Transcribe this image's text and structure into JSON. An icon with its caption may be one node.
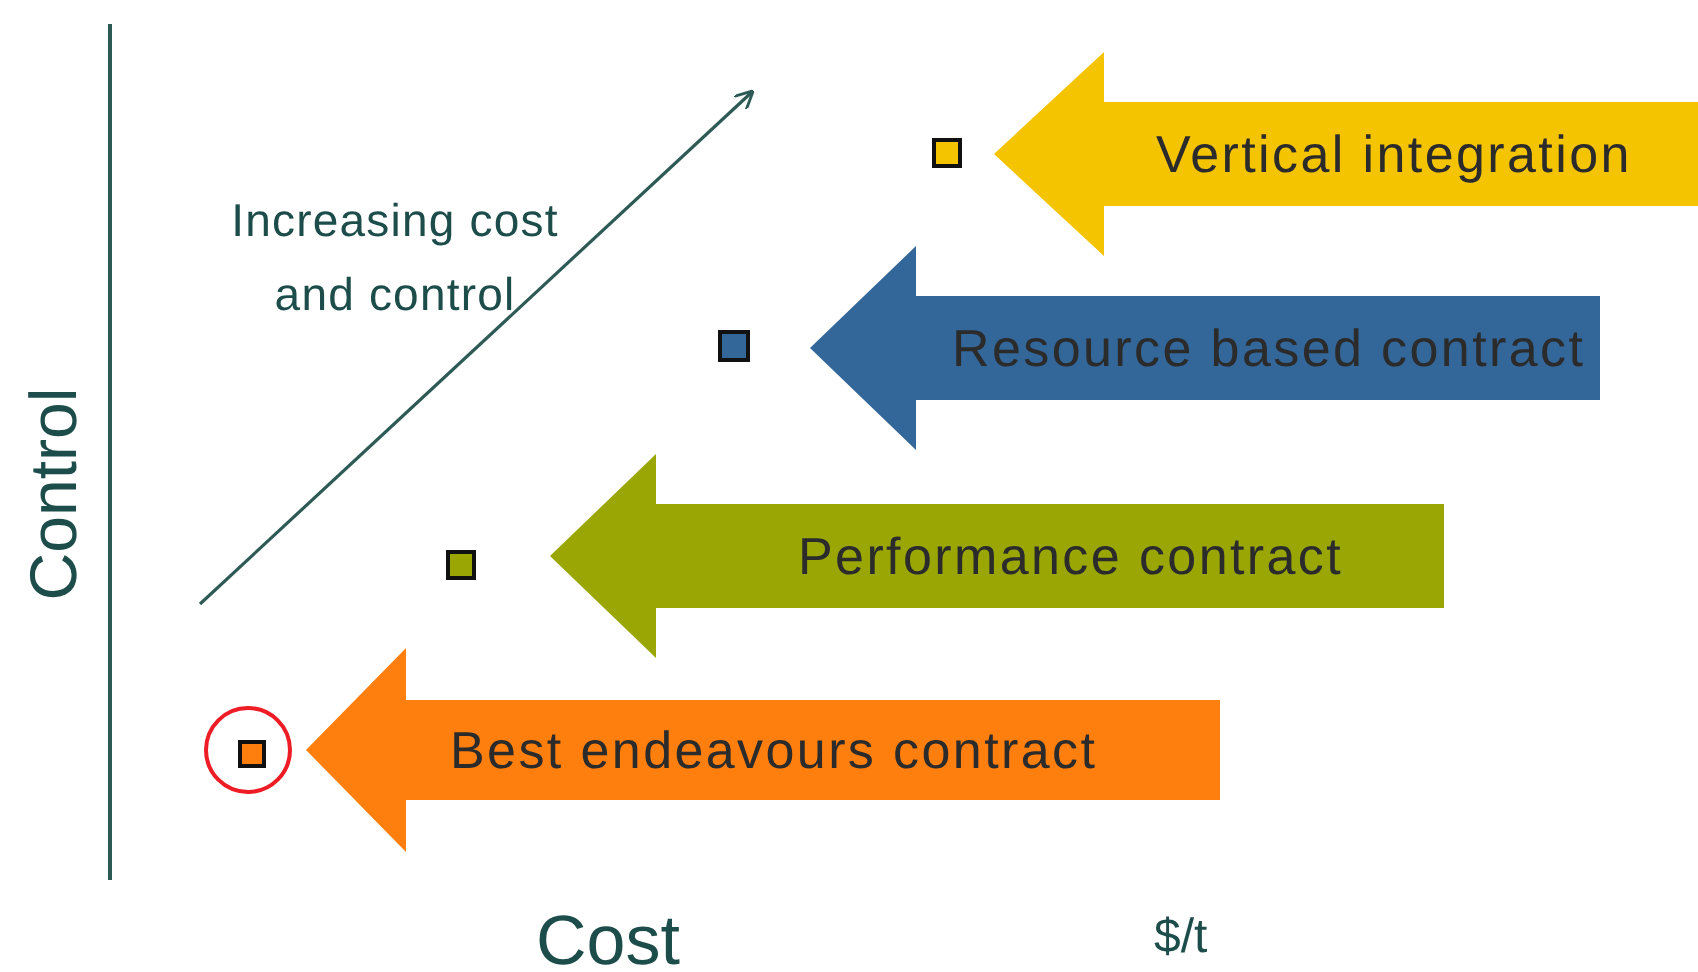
{
  "diagram": {
    "nodes": [
      {
        "text": [],
        "shape": "box"
      },
      {
        "text": [
          "Vertical integration"
        ]
      },
      {
        "text": [],
        "shape": "box"
      },
      {
        "text": [
          "Resource based contract"
        ]
      },
      {
        "text": [],
        "shape": "box"
      },
      {
        "text": [
          "Performance contract"
        ]
      },
      {
        "text": [],
        "shape": "circle"
      },
      {
        "text": [],
        "shape": "box",
        "in": 6
      },
      {
        "text": [
          "Best endeavours contract"
        ]
      }
    ],
    "labels": [
      "Increasing cost and control",
      "Control",
      "Cost",
      "$/t"
    ]
  }
}
